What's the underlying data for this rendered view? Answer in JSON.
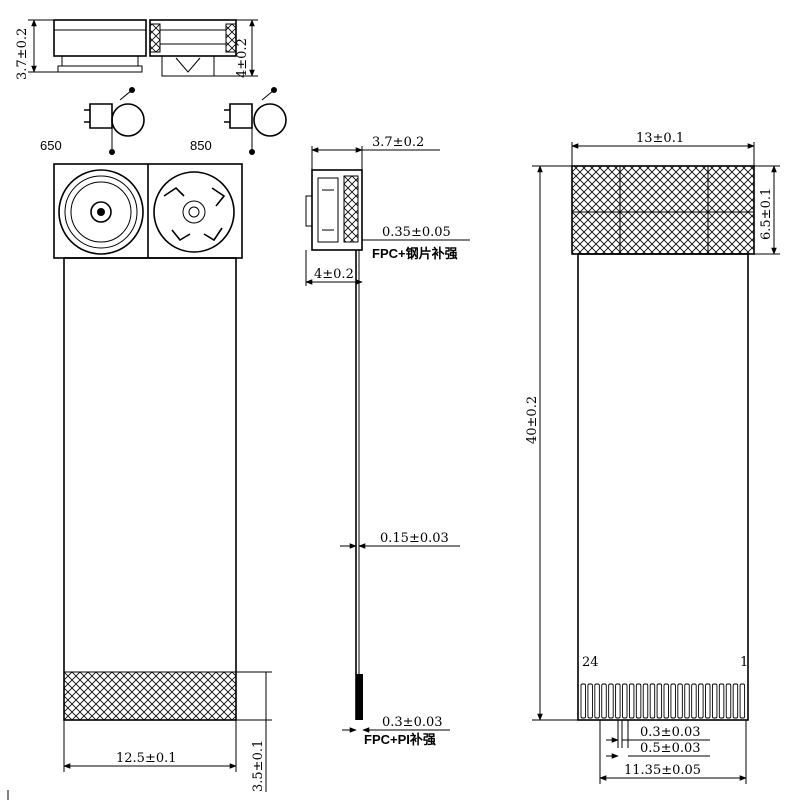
{
  "labels": {
    "left_module": "650",
    "right_module": "850"
  },
  "dimensions": {
    "top_height_left": "3.7±0.2",
    "top_height_right": "4±0.2",
    "side_top": "3.7±0.2",
    "side_stiffener_thickness": "0.35±0.05",
    "side_stiffener_note": "FPC+钢片补强",
    "side_bottom_left": "4±0.2",
    "side_fpc_thickness": "0.15±0.03",
    "side_pi_thickness": "0.3±0.03",
    "side_pi_note": "FPC+PI补强",
    "front_width": "12.5±0.1",
    "front_bottom_height": "3.5±0.1",
    "back_width": "13±0.1",
    "back_head_height": "6.5±0.1",
    "back_total_length": "40±0.2",
    "back_pitch_a": "0.3±0.03",
    "back_pitch_b": "0.5±0.03",
    "back_connector_width": "11.35±0.05",
    "pin_first": "24",
    "pin_last": "1"
  }
}
